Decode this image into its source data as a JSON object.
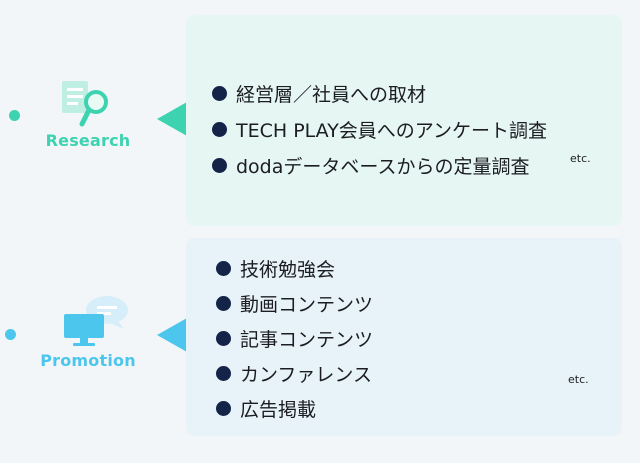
{
  "research": {
    "label": "Research",
    "items": [
      "経営層／社員への取材",
      "TECH PLAY会員へのアンケート調査",
      "dodaデータベースからの定量調査"
    ],
    "etc": "etc.",
    "accent": "#3ed3b0",
    "card_bg": "#e6f6f3",
    "icon": "document-magnifier-icon"
  },
  "promotion": {
    "label": "Promotion",
    "items": [
      "技術勉強会",
      "動画コンテンツ",
      "記事コンテンツ",
      "カンファレンス",
      "広告掲載"
    ],
    "etc": "etc.",
    "accent": "#4cc6ec",
    "card_bg": "#e8f3f9",
    "icon": "monitor-speech-bubble-icon"
  }
}
